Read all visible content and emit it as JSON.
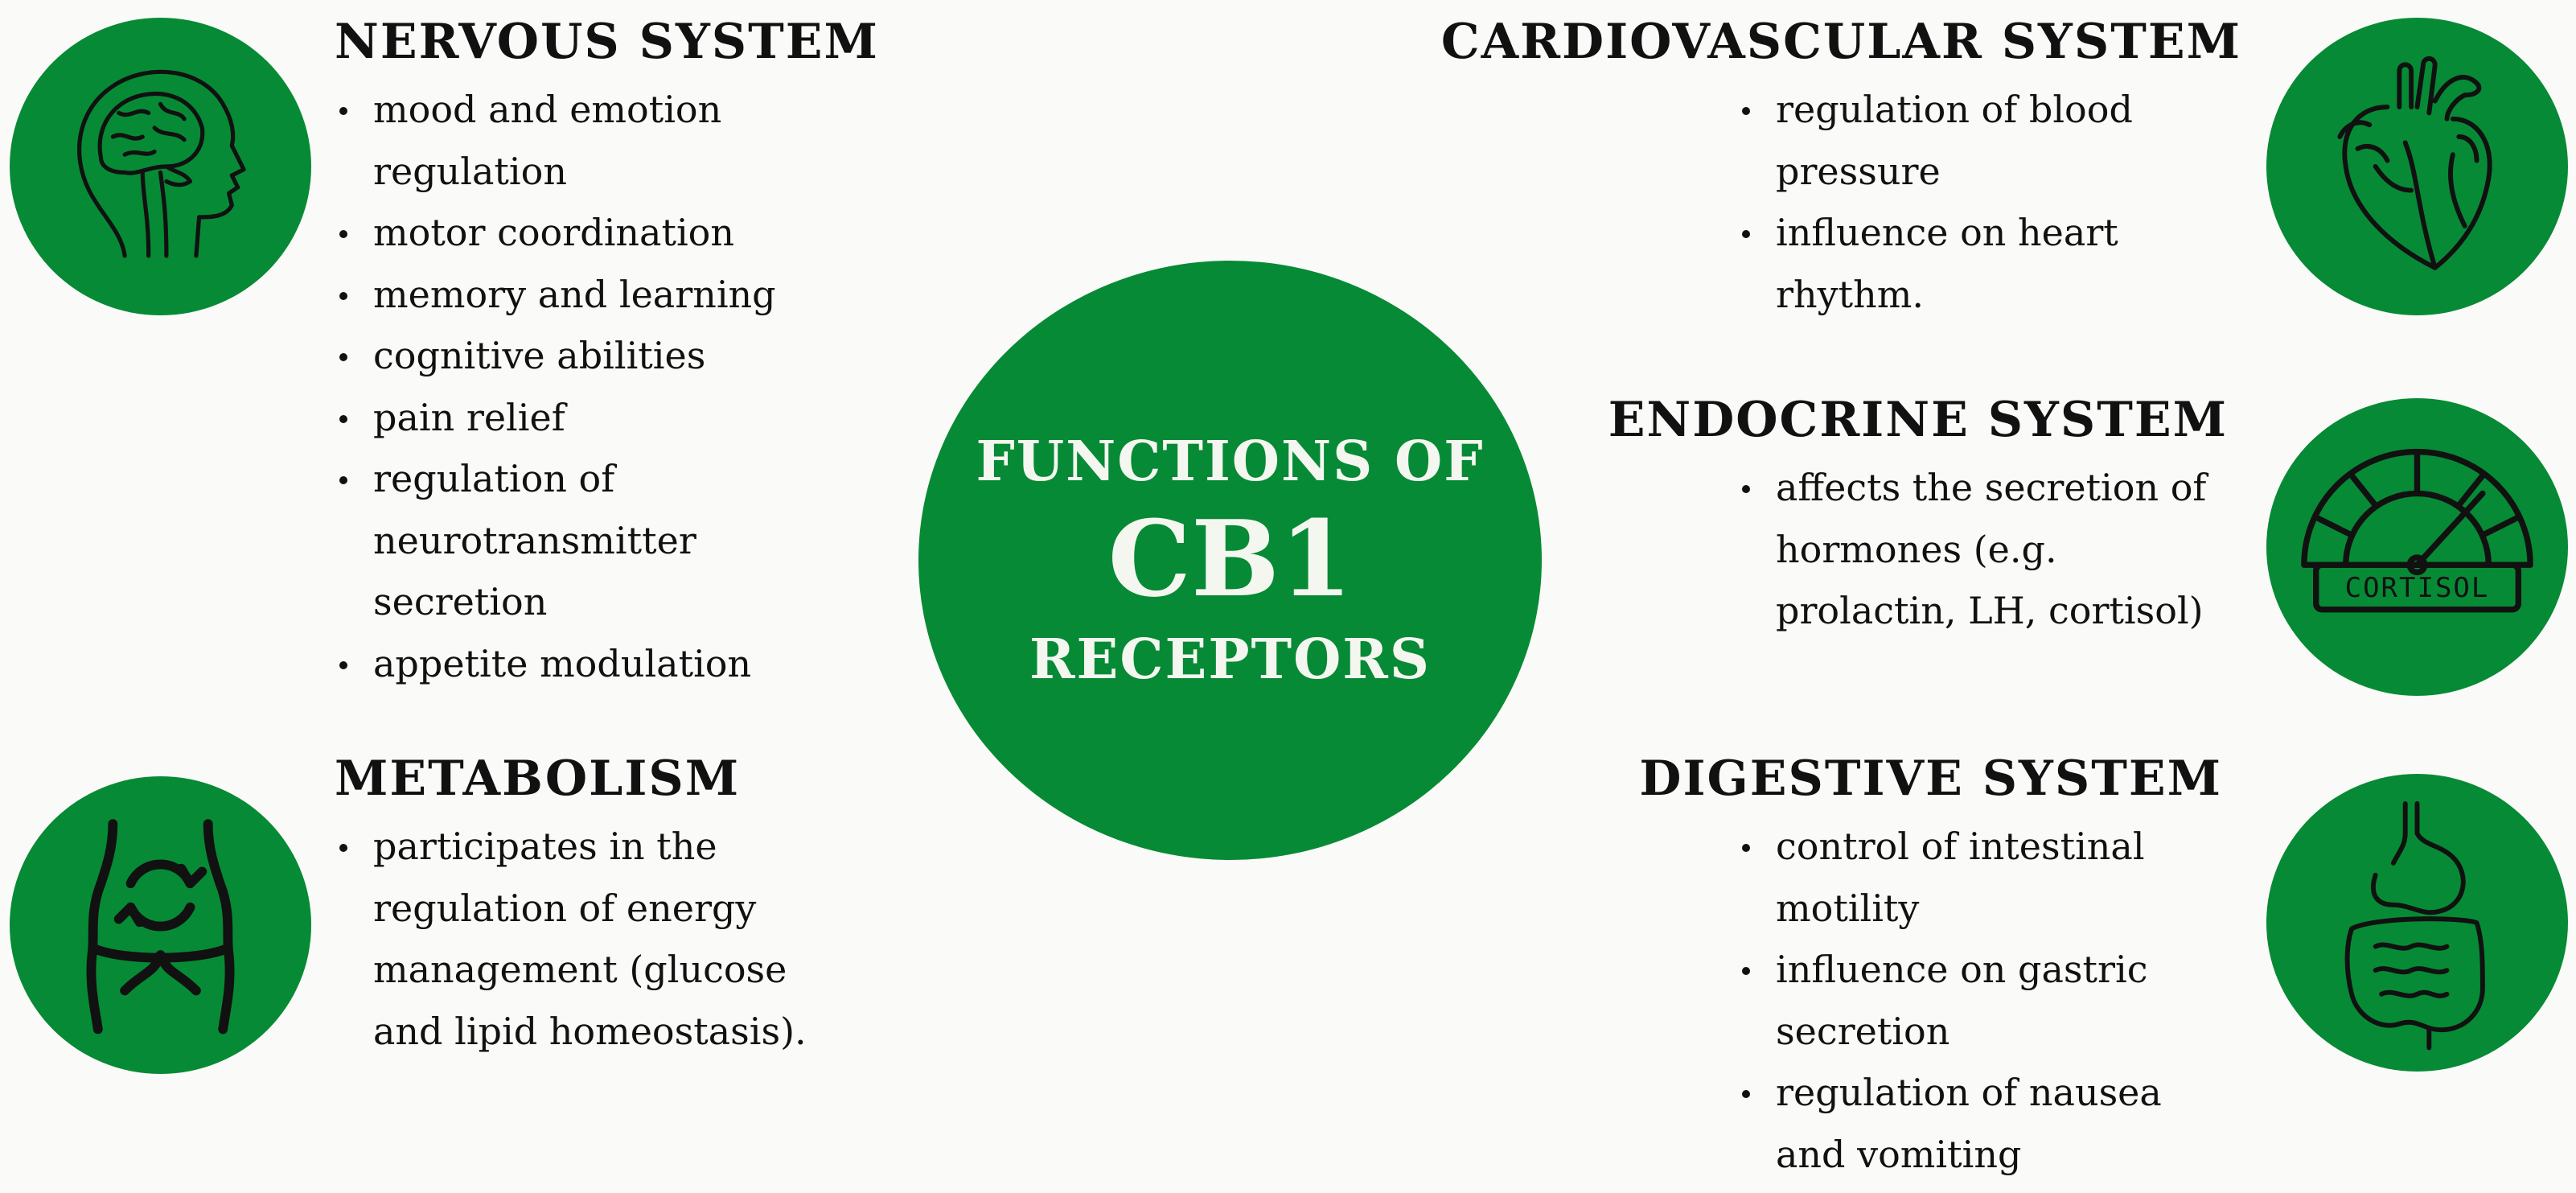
{
  "center": {
    "line1": "FUNCTIONS OF",
    "line2": "CB1",
    "line3": "RECEPTORS"
  },
  "nervous": {
    "title": "NERVOUS SYSTEM",
    "items": [
      "mood and emotion",
      "regulation",
      "motor coordination",
      "memory and learning",
      "cognitive abilities",
      "pain relief",
      "regulation of",
      "neurotransmitter",
      "secretion",
      "appetite modulation"
    ]
  },
  "metabolism": {
    "title": "METABOLISM",
    "items": [
      "participates in the",
      "regulation of energy",
      "management (glucose",
      "and lipid homeostasis)."
    ]
  },
  "cardio": {
    "title": "CARDIOVASCULAR SYSTEM",
    "items": [
      "regulation of blood",
      "pressure",
      "influence on heart",
      "rhythm."
    ]
  },
  "endocrine": {
    "title": "ENDOCRINE SYSTEM",
    "items": [
      "affects the secretion of",
      "hormones (e.g.",
      "prolactin, LH, cortisol)"
    ],
    "gauge_label": "CORTISOL"
  },
  "digestive": {
    "title": "DIGESTIVE SYSTEM",
    "items": [
      "control of intestinal",
      "motility",
      "influence on gastric",
      "secretion",
      "regulation of nausea",
      "and vomiting"
    ]
  },
  "colors": {
    "green": "#078a35",
    "text": "#111111",
    "center_text": "#f4f7f0",
    "background": "#fafaf8"
  },
  "icons": [
    "brain-head-icon",
    "body-metabolism-icon",
    "heart-icon",
    "cortisol-gauge-icon",
    "digestive-tract-icon"
  ]
}
